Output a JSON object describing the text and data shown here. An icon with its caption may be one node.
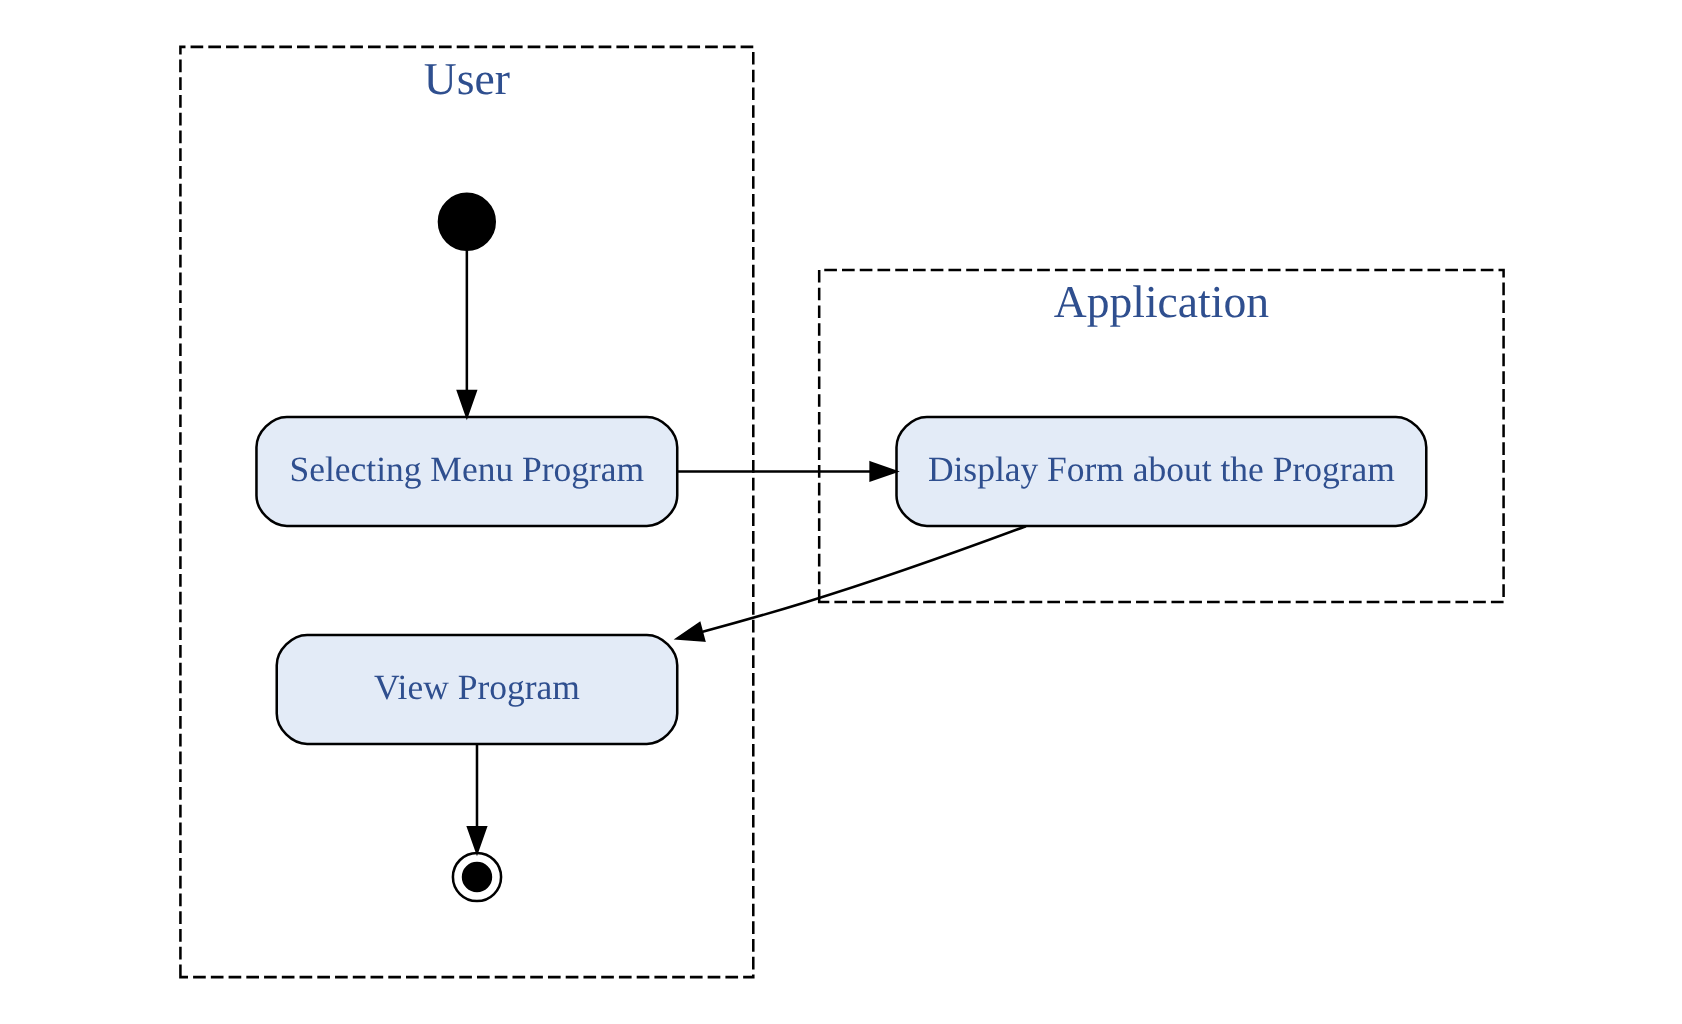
{
  "diagram": {
    "nodes": [
      {
        "text": [
          "User"
        ]
      },
      {
        "text": [
          "Application"
        ]
      },
      {
        "text": [],
        "shape": "circle",
        "in": 0
      },
      {
        "text": [
          "Selecting Menu Program"
        ],
        "in": 0
      },
      {
        "text": [
          "Display Form about the Program"
        ],
        "in": 1
      },
      {
        "text": [
          "View Program"
        ],
        "in": 0
      },
      {
        "text": [],
        "shape": "bullseye",
        "in": 0
      }
    ],
    "edges": [
      {
        "from": 2,
        "to": 3,
        "arrow": "to"
      },
      {
        "from": 3,
        "to": 4,
        "arrow": "to"
      },
      {
        "from": 4,
        "to": 5,
        "arrow": "to"
      },
      {
        "from": 5,
        "to": 6,
        "arrow": "to"
      }
    ]
  }
}
